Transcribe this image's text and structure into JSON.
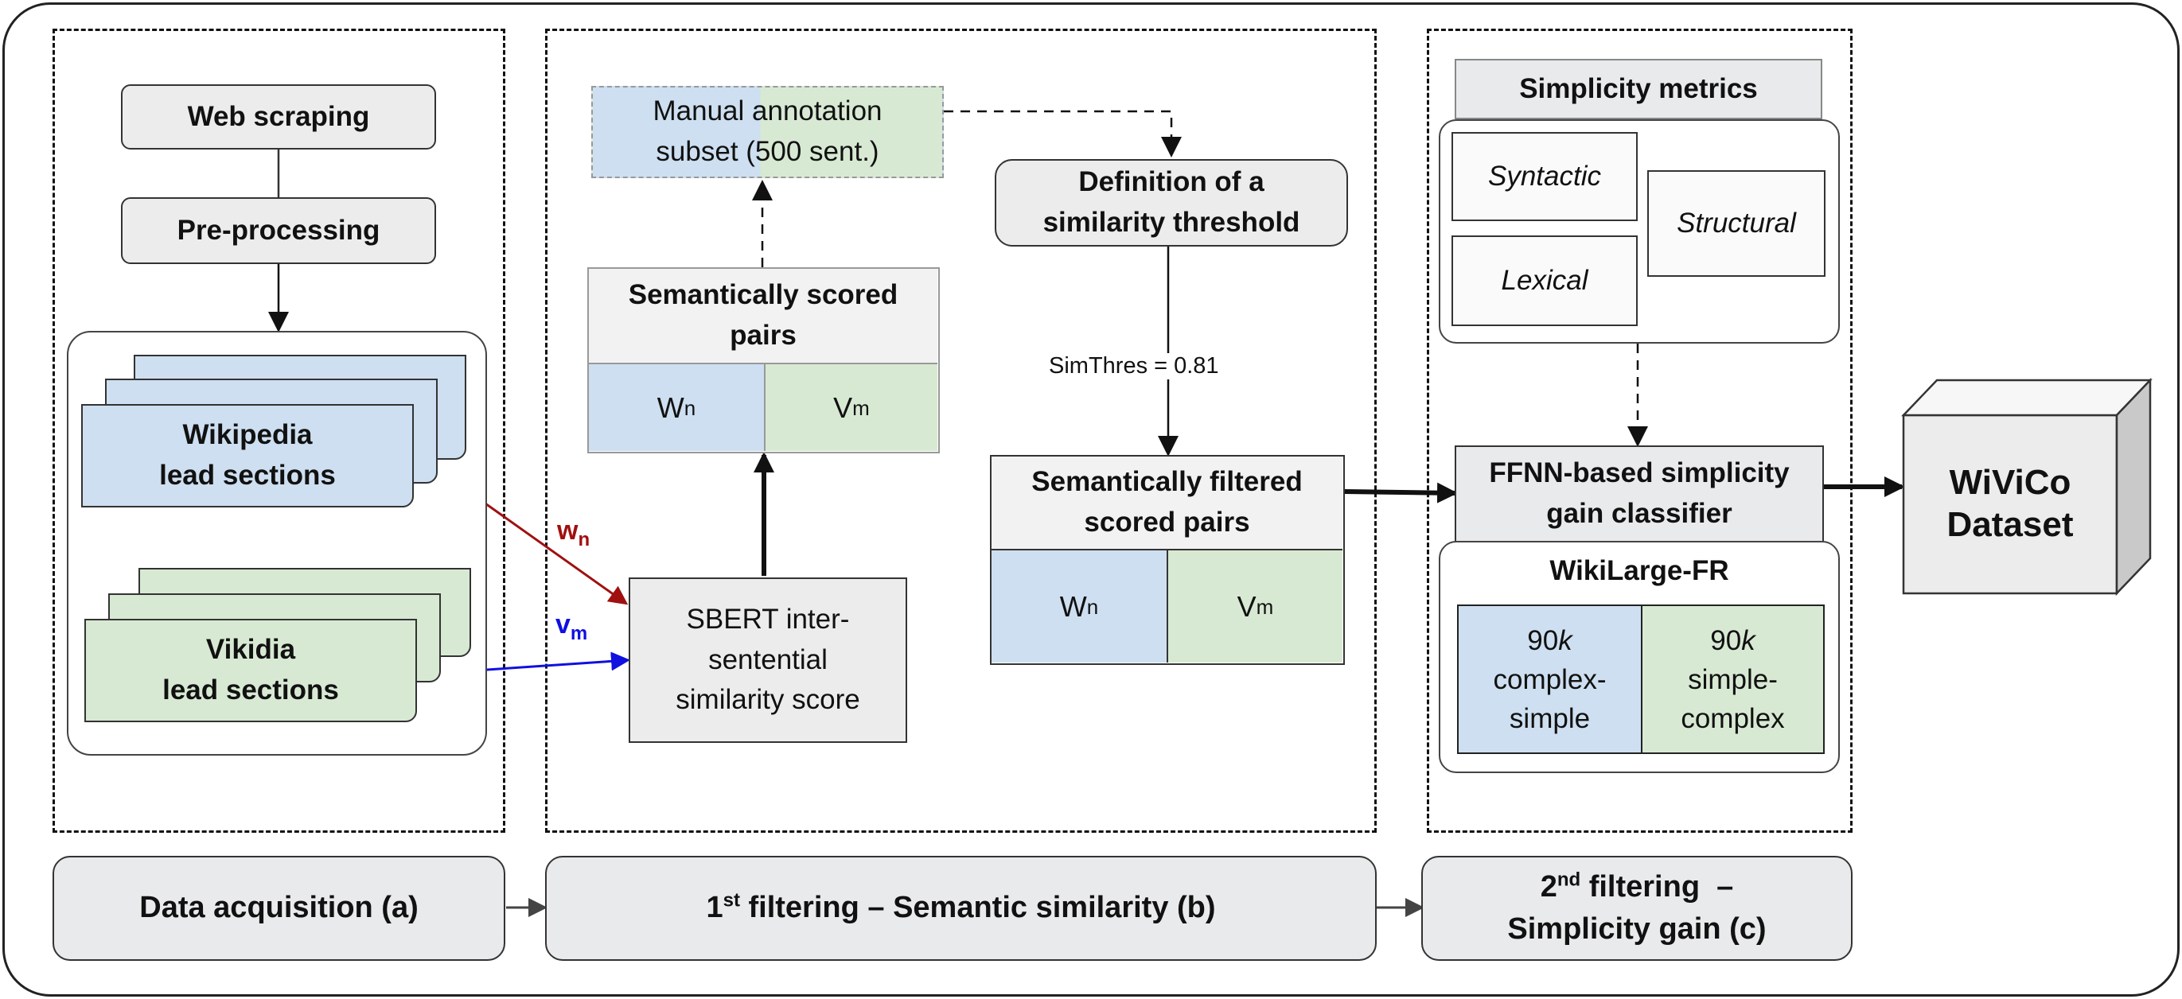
{
  "panel_a": {
    "web_scraping": "Web scraping",
    "preprocessing": "Pre-processing",
    "wikipedia_line1": "Wikipedia",
    "wikipedia_line2": "lead sections",
    "vikidia_line1": "Vikidia",
    "vikidia_line2": "lead sections",
    "arrow_w_main": "w",
    "arrow_w_sub": "n",
    "arrow_v_main": "v",
    "arrow_v_sub": "m",
    "footer": "Data acquisition (a)"
  },
  "panel_b": {
    "manual_line1": "Manual annotation",
    "manual_line2": "subset (500 sent.)",
    "scored_title_line1": "Semantically scored",
    "scored_title_line2": "pairs",
    "cell_w_main": "W",
    "cell_w_sub": "n",
    "cell_v_main": "V",
    "cell_v_sub": "m",
    "sbert_line1": "SBERT inter-",
    "sbert_line2": "sentential",
    "sbert_line3": "similarity score",
    "threshold_line1": "Definition of a",
    "threshold_line2": "similarity threshold",
    "simthres_label": "SimThres = 0.81",
    "filtered_line1": "Semantically filtered",
    "filtered_line2": "scored pairs",
    "footer_pre": "1",
    "footer_sup": "st",
    "footer_post": " filtering – Semantic similarity (b)"
  },
  "panel_c": {
    "metrics_title": "Simplicity metrics",
    "syntactic": "Syntactic",
    "lexical": "Lexical",
    "structural": "Structural",
    "ffnn_line1": "FFNN-based simplicity",
    "ffnn_line2": "gain classifier",
    "wikilarge_title": "WikiLarge-FR",
    "complex_num": "90",
    "complex_k": "k",
    "complex_line2": "complex-",
    "complex_line3": "simple",
    "simple_num": "90",
    "simple_k": "k",
    "simple_line2": "simple-",
    "simple_line3": "complex",
    "footer_line1_pre": "2",
    "footer_line1_sup": "nd",
    "footer_line1_post": " filtering  –",
    "footer_line2": "Simplicity gain (c)"
  },
  "dataset": {
    "line1": "WiViCo",
    "line2": "Dataset"
  },
  "colors": {
    "blue_fill": "#cddff0",
    "green_fill": "#d8e9d3",
    "gray_fill": "#ececec",
    "arrow_red": "#a01010",
    "arrow_blue": "#1010e0"
  }
}
